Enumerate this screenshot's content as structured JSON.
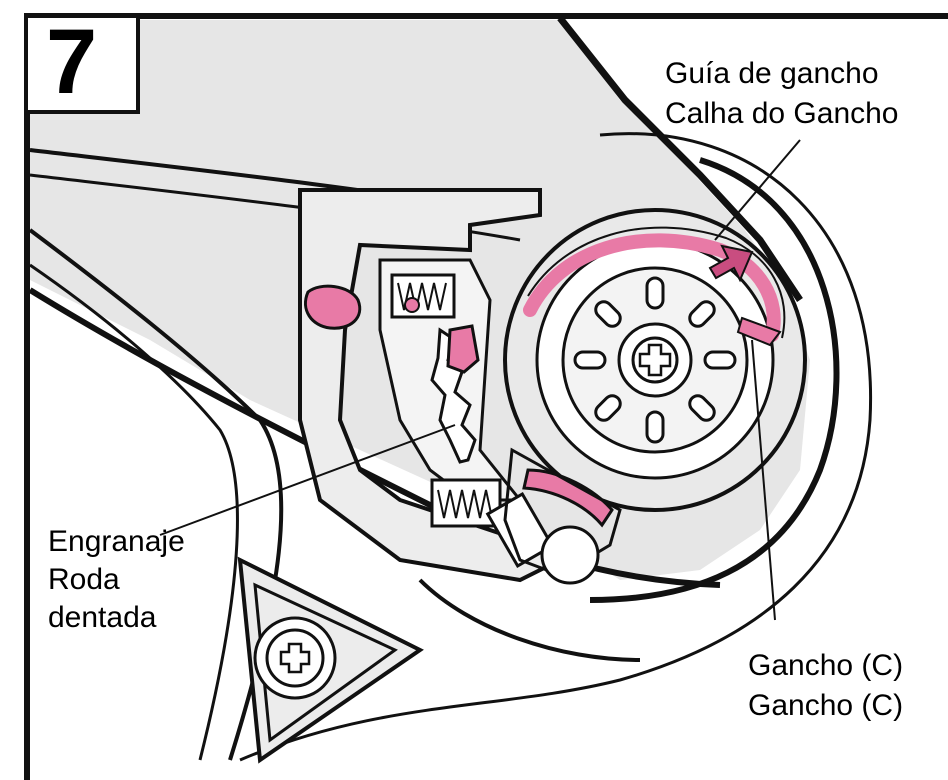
{
  "step": {
    "number": "7"
  },
  "labels": {
    "hook_guide_es": "Guía de gancho",
    "hook_guide_pt": "Calha do Gancho",
    "gear_es": "Engranaje",
    "gear_pt_1": "Roda",
    "gear_pt_2": "dentada",
    "hook_c_es": "Gancho (C)",
    "hook_c_pt": "Gancho (C)"
  },
  "colors": {
    "highlight": "#e87aa6",
    "highlight_dark": "#c94d80",
    "line": "#111111",
    "panel": "#e3e3e3"
  }
}
